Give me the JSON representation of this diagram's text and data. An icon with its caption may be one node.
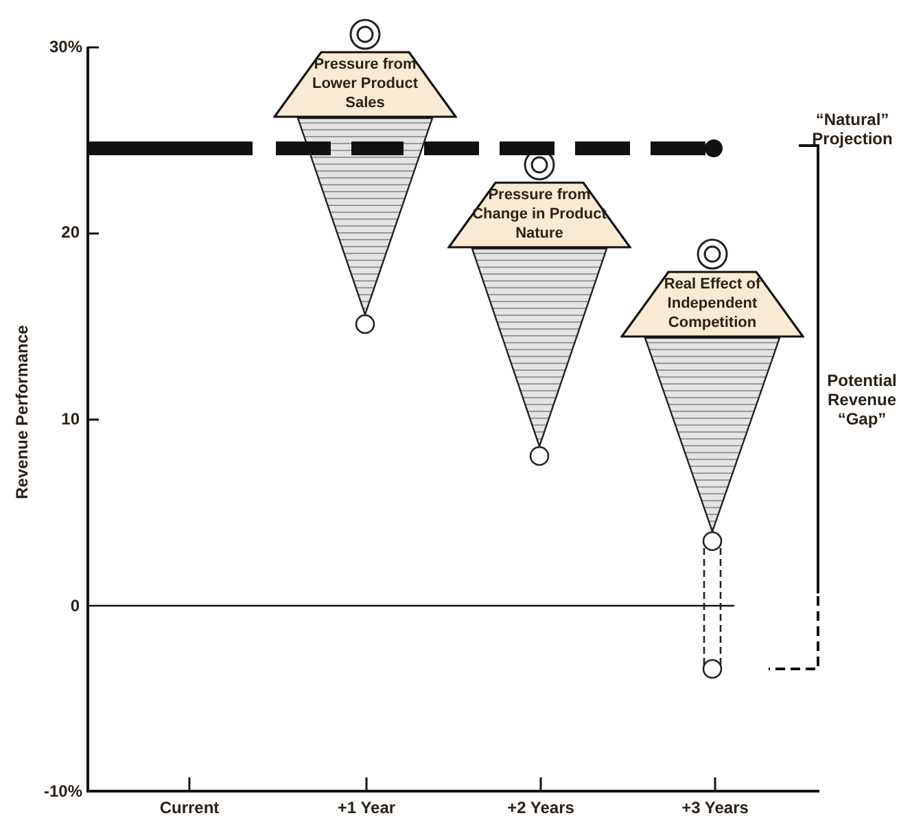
{
  "diagram": {
    "nodes": [
      {
        "text": [
          "Pressure from Lower Product Sales"
        ]
      },
      {
        "text": [
          "Pressure from Change in Product Nature"
        ]
      },
      {
        "text": [
          "Real Effect of Independent Competition"
        ]
      }
    ],
    "labels": [
      "30%",
      "20",
      "10",
      "0",
      "-10%",
      "Revenue Performance",
      "“Natural” Projection",
      "Potential Revenue “Gap”",
      "Current",
      "+1 Year",
      "+2 Years",
      "+3 Years"
    ]
  }
}
